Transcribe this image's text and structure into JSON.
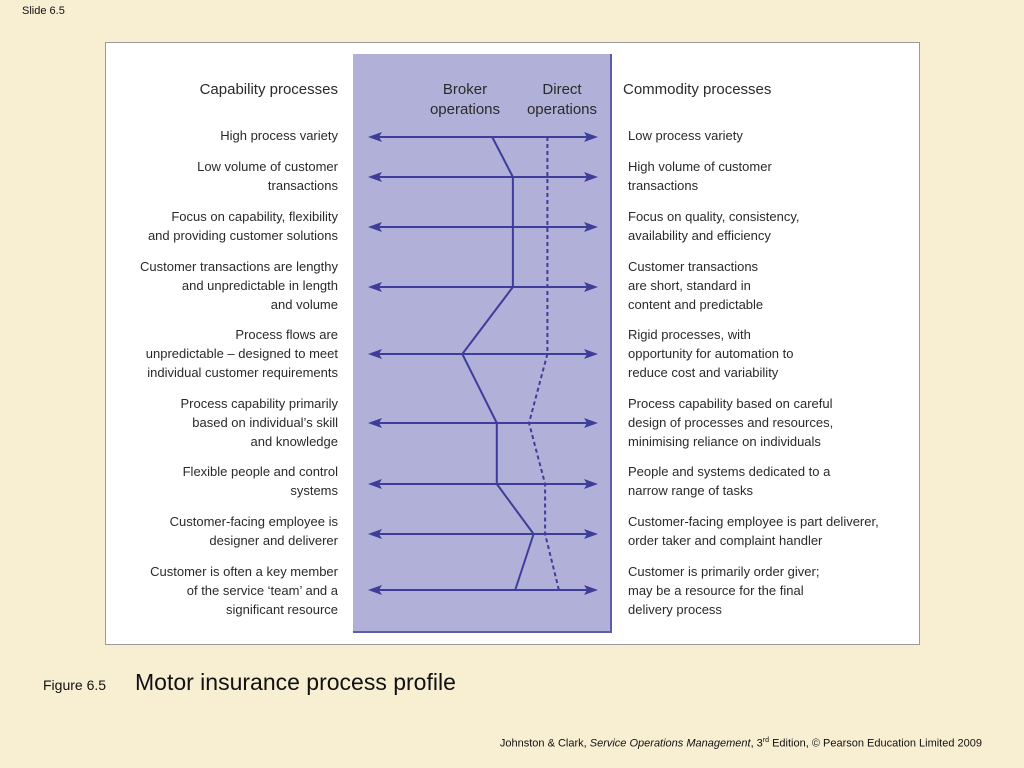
{
  "slide_label": "Slide 6.5",
  "figure": {
    "label": "Figure 6.5",
    "title": "Motor insurance process profile"
  },
  "citation": {
    "authors": "Johnston & Clark, ",
    "book": "Service Operations Management",
    "edition_num": ", 3",
    "edition_sup": "rd",
    "rest": " Edition, © Pearson Education Limited 2009"
  },
  "headers": {
    "left": "Capability processes",
    "right": "Commodity processes",
    "broker": "Broker\noperations",
    "direct": "Direct\noperations"
  },
  "rows": [
    {
      "left": "High process variety",
      "right": "Low process variety",
      "broker": 0.54,
      "direct": 0.78
    },
    {
      "left": "Low volume of customer\ntransactions",
      "right": "High volume of customer\ntransactions",
      "broker": 0.63,
      "direct": 0.78
    },
    {
      "left": "Focus on capability, flexibility\nand providing customer solutions",
      "right": "Focus on quality, consistency,\navailability and efficiency",
      "broker": 0.63,
      "direct": 0.78
    },
    {
      "left": "Customer transactions are lengthy\nand unpredictable in length\nand volume",
      "right": "Customer transactions\nare short, standard in\ncontent and predictable",
      "broker": 0.63,
      "direct": 0.78
    },
    {
      "left": "Process flows are\nunpredictable – designed to meet\nindividual customer requirements",
      "right": "Rigid processes, with\nopportunity for automation to\nreduce cost and variability",
      "broker": 0.41,
      "direct": 0.78
    },
    {
      "left": "Process capability primarily\nbased on individual’s skill\nand knowledge",
      "right": "Process capability based on careful\ndesign of processes and resources,\nminimising reliance on individuals",
      "broker": 0.56,
      "direct": 0.7
    },
    {
      "left": "Flexible people and control\nsystems",
      "right": "People and systems dedicated to a\nnarrow range of tasks",
      "broker": 0.56,
      "direct": 0.77
    },
    {
      "left": "Customer-facing employee is\ndesigner and deliverer",
      "right": "Customer-facing employee is part deliverer,\norder taker and complaint handler",
      "broker": 0.72,
      "direct": 0.77
    },
    {
      "left": "Customer is often a key member\nof the service ‘team’ and a\nsignificant resource",
      "right": "Customer is primarily order giver;\nmay be a resource for the final\ndelivery process",
      "broker": 0.64,
      "direct": 0.83
    }
  ],
  "colors": {
    "band": "#b0b0d8",
    "line": "#3e3e9a",
    "background": "#f8eed2"
  }
}
